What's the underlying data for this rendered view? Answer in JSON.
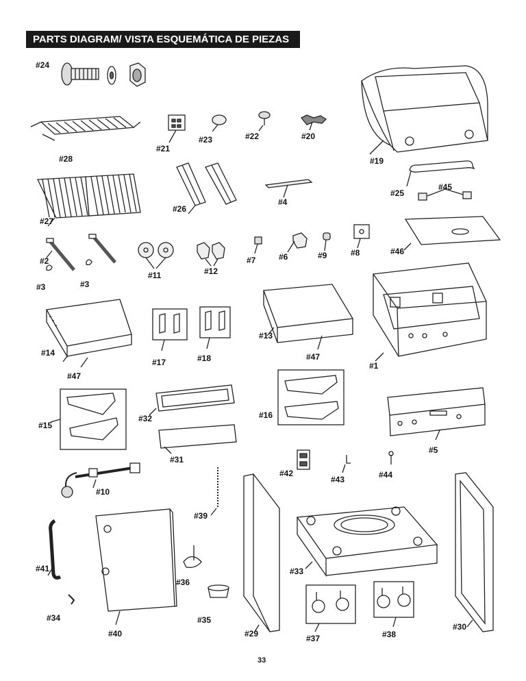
{
  "title": "PARTS DIAGRAM/ VISTA ESQUEMÁTICA DE PIEZAS",
  "page_number": "33",
  "labels": {
    "p24": "#24",
    "p28": "#28",
    "p21": "#21",
    "p23": "#23",
    "p22": "#22",
    "p20": "#20",
    "p19": "#19",
    "p27": "#27",
    "p26": "#26",
    "p4": "#4",
    "p25": "#25",
    "p45": "#45",
    "p2": "#2",
    "p3a": "#3",
    "p3b": "#3",
    "p11": "#11",
    "p12": "#12",
    "p7": "#7",
    "p6": "#6",
    "p9": "#9",
    "p8": "#8",
    "p46": "#46",
    "p14": "#14",
    "p47a": "#47",
    "p17": "#17",
    "p18": "#18",
    "p13": "#13",
    "p47b": "#47",
    "p1": "#1",
    "p15": "#15",
    "p32": "#32",
    "p16": "#16",
    "p5": "#5",
    "p31": "#31",
    "p42": "#42",
    "p43": "#43",
    "p44": "#44",
    "p10": "#10",
    "p39": "#39",
    "p41": "#41",
    "p36": "#36",
    "p33": "#33",
    "p34": "#34",
    "p40": "#40",
    "p35": "#35",
    "p29": "#29",
    "p37": "#37",
    "p38": "#38",
    "p30": "#30"
  }
}
